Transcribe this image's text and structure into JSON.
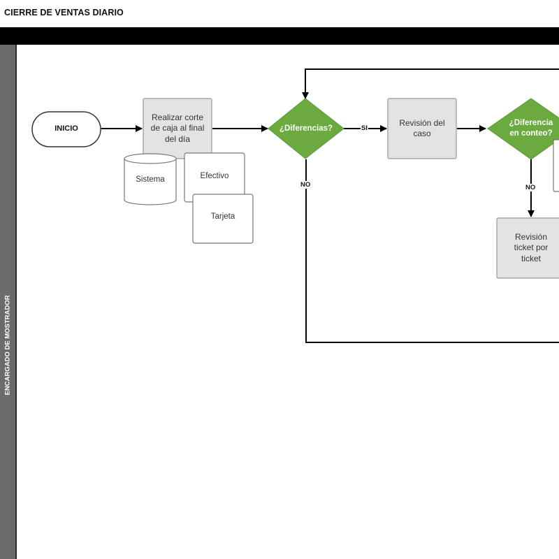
{
  "header": {
    "title": "CIERRE DE VENTAS DIARIO"
  },
  "lane": {
    "label": "ENCARGADO DE MOSTRADOR"
  },
  "nodes": {
    "inicio": "INICIO",
    "corte": "Realizar corte de caja al final del día",
    "sistema": "Sistema",
    "efectivo": "Efectivo",
    "tarjeta": "Tarjeta",
    "decision1": "¿Diferencias?",
    "revision_caso": "Revisión del caso",
    "decision2": "¿Diferencia en conteo?",
    "revision_ticket": "Revisión ticket por ticket"
  },
  "edges": {
    "si": "SI",
    "no1": "NO",
    "no2": "NO"
  },
  "colors": {
    "decision": "#6aaa3f",
    "process": "#e3e3e3",
    "lane": "#6b6b6b",
    "topbar": "#000000"
  }
}
